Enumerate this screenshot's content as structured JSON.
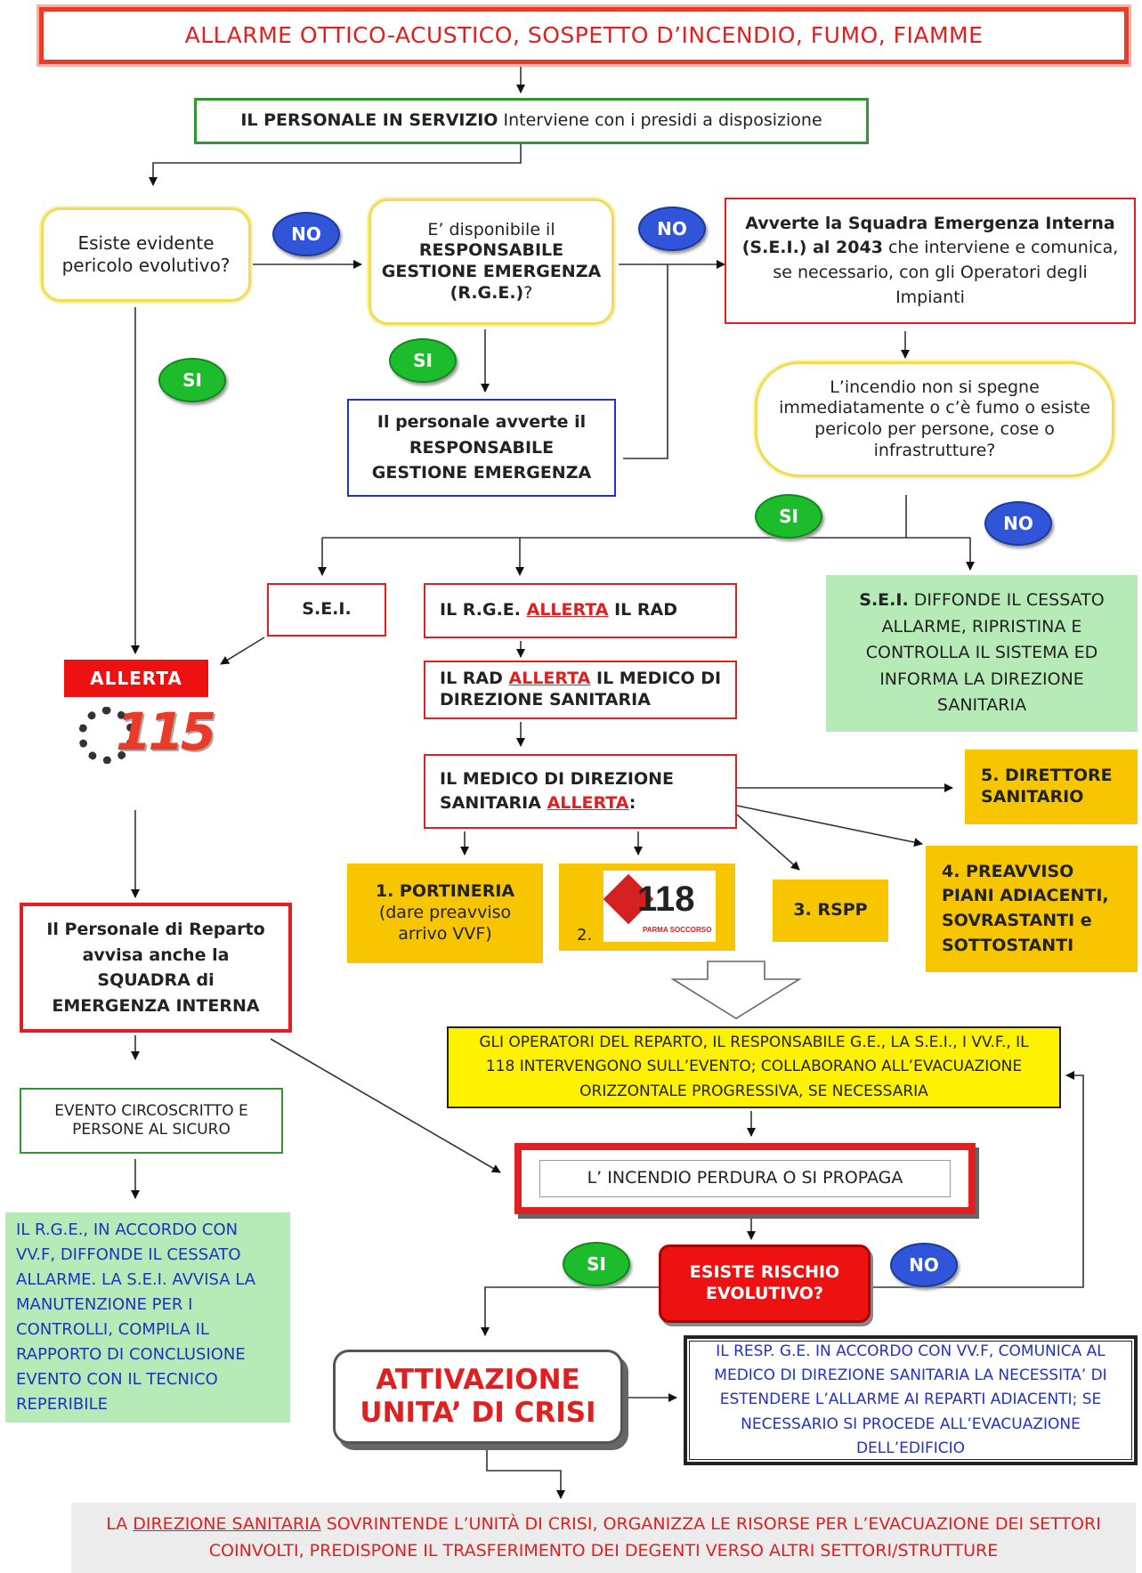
{
  "title": "ALLARME OTTICO-ACUSTICO, SOSPETTO D’INCENDIO, FUMO, FIAMME",
  "staff": {
    "bold": "IL PERSONALE IN SERVIZIO",
    "rest": " Interviene con i presidi a disposizione"
  },
  "q_danger": "Esiste evidente pericolo evolutivo?",
  "q_rge": {
    "line1": "E’ disponibile il",
    "bold": "RESPONSABILE GESTIONE EMERGENZA (R.G.E.)",
    "tail": "?"
  },
  "sei_call": {
    "bold1": "Avverte la Squadra Emergenza Interna (S.E.I.) al 2043",
    "rest": " che interviene e comunica, se necessario, con gli Operatori degli Impianti"
  },
  "staff_warns": "Il personale avverte il RESPONSABILE GESTIONE EMERGENZA",
  "q_fire": "L’incendio non si spegne immediatamente o c’è fumo o esiste pericolo per persone, cose o infrastrutture?",
  "labels": {
    "yes": "SI",
    "no": "NO"
  },
  "sei": "S.E.I.",
  "allerta_115": {
    "label": "ALLERTA",
    "number": "115"
  },
  "rge_alerts": {
    "pre": "IL R.G.E. ",
    "alert": "ALLERTA",
    "post": " IL RAD"
  },
  "rad_alerts": {
    "pre": "IL RAD ",
    "alert": "ALLERTA",
    "post": " IL MEDICO DI DIREZIONE SANITARIA"
  },
  "med_alerts": {
    "pre": "IL MEDICO DI DIREZIONE SANITARIA ",
    "alert": "ALLERTA",
    "post": ":"
  },
  "sei_ceased": {
    "bold": "S.E.I.",
    "rest": " DIFFONDE IL CESSATO ALLARME, RIPRISTINA E CONTROLLA IL SISTEMA ED INFORMA LA DIREZIONE SANITARIA"
  },
  "alerts": {
    "a1_title": "1. PORTINERIA",
    "a1_note": "(dare preavviso arrivo VVF)",
    "a2_num": "2.",
    "a2_logo": "118",
    "a2_logo_sub": "PARMA SOCCORSO",
    "a3": "3. RSPP",
    "a4": "4. PREAVVISO PIANI ADIACENTI, SOVRASTANTI e SOTTOSTANTI",
    "a5": "5. DIRETTORE SANITARIO"
  },
  "ward_staff": "Il Personale di Reparto avvisa anche la SQUADRA di EMERGENZA INTERNA",
  "event_contained": "EVENTO CIRCOSCRITTO E PERSONE AL SICURO",
  "rge_ceased": "IL R.G.E., IN ACCORDO CON VV.F, DIFFONDE IL CESSATO ALLARME. LA S.E.I. AVVISA LA MANUTENZIONE PER I CONTROLLI, COMPILA IL RAPPORTO DI CONCLUSIONE EVENTO CON IL TECNICO REPERIBILE",
  "operators": "GLI OPERATORI DEL REPARTO, IL RESPONSABILE G.E., LA S.E.I., I VV.F., IL 118 INTERVENGONO SULL’EVENTO; COLLABORANO ALL’EVACUAZIONE ORIZZONTALE PROGRESSIVA, SE NECESSARIA",
  "fire_persists": "L’ INCENDIO PERDURA O SI PROPAGA",
  "q_risk": "ESISTE RISCHIO EVOLUTIVO?",
  "crisis": "ATTIVAZIONE UNITA’ DI CRISI",
  "resp_ge": "IL RESP. G.E. IN ACCORDO CON VV.F, COMUNICA AL MEDICO DI DIREZIONE SANITARIA LA NECESSITA’ DI ESTENDERE L’ALLARME AI REPARTI ADIACENTI; SE NECESSARIO SI PROCEDE ALL’EVACUAZIONE DELL’EDIFICIO",
  "final": {
    "pre": "LA ",
    "under": "DIREZIONE SANITARIA",
    "post": " SOVRINTENDE L’UNITÀ DI CRISI, ORGANIZZA LE RISORSE PER L’EVACUAZIONE DEI SETTORI COINVOLTI, PREDISPONE IL TRASFERIMENTO DEI DEGENTI VERSO ALTRI SETTORI/STRUTTURE"
  }
}
